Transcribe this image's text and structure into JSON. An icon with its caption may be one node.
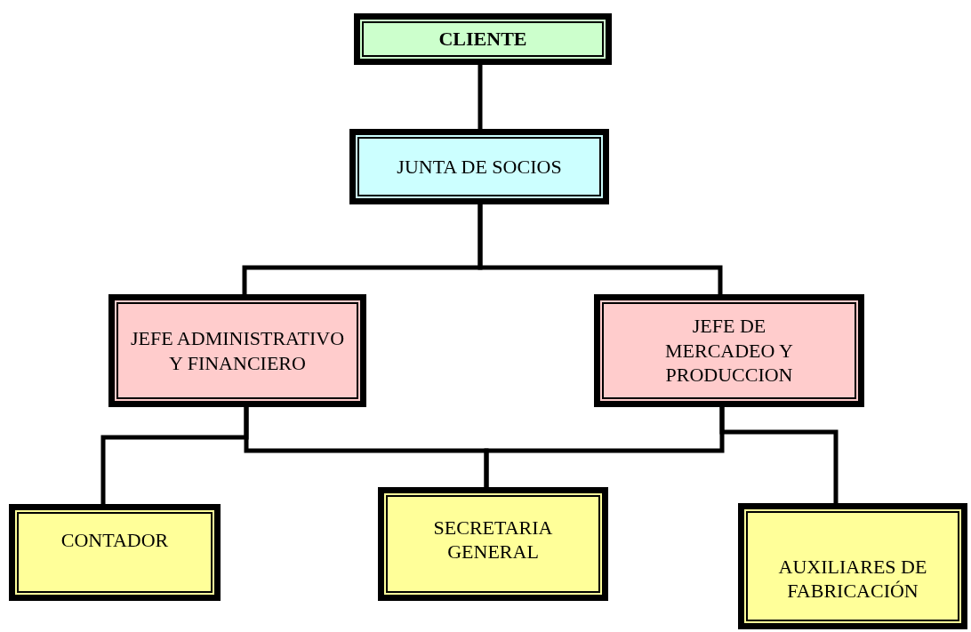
{
  "diagram": {
    "nodes": [
      {
        "text": [
          "CLIENTE"
        ]
      },
      {
        "text": [
          "JUNTA DE SOCIOS"
        ]
      },
      {
        "text": [
          "JEFE ADMINISTRATIVO Y FINANCIERO"
        ]
      },
      {
        "text": [
          "JEFE DE MERCADEO Y PRODUCCION"
        ]
      },
      {
        "text": [
          "CONTADOR"
        ]
      },
      {
        "text": [
          "SECRETARIA GENERAL"
        ]
      },
      {
        "text": [
          "AUXILIARES DE FABRICACIÓN"
        ]
      }
    ],
    "edges": [
      {
        "from": 0,
        "to": 1,
        "arrow": "none"
      },
      {
        "from": 1,
        "to": 2,
        "arrow": "none"
      },
      {
        "from": 1,
        "to": 3,
        "arrow": "none"
      },
      {
        "from": 2,
        "to": 4,
        "arrow": "none"
      },
      {
        "from": 2,
        "to": 5,
        "arrow": "none"
      },
      {
        "from": 3,
        "to": 5,
        "arrow": "none"
      },
      {
        "from": 3,
        "to": 6,
        "arrow": "none"
      }
    ]
  }
}
